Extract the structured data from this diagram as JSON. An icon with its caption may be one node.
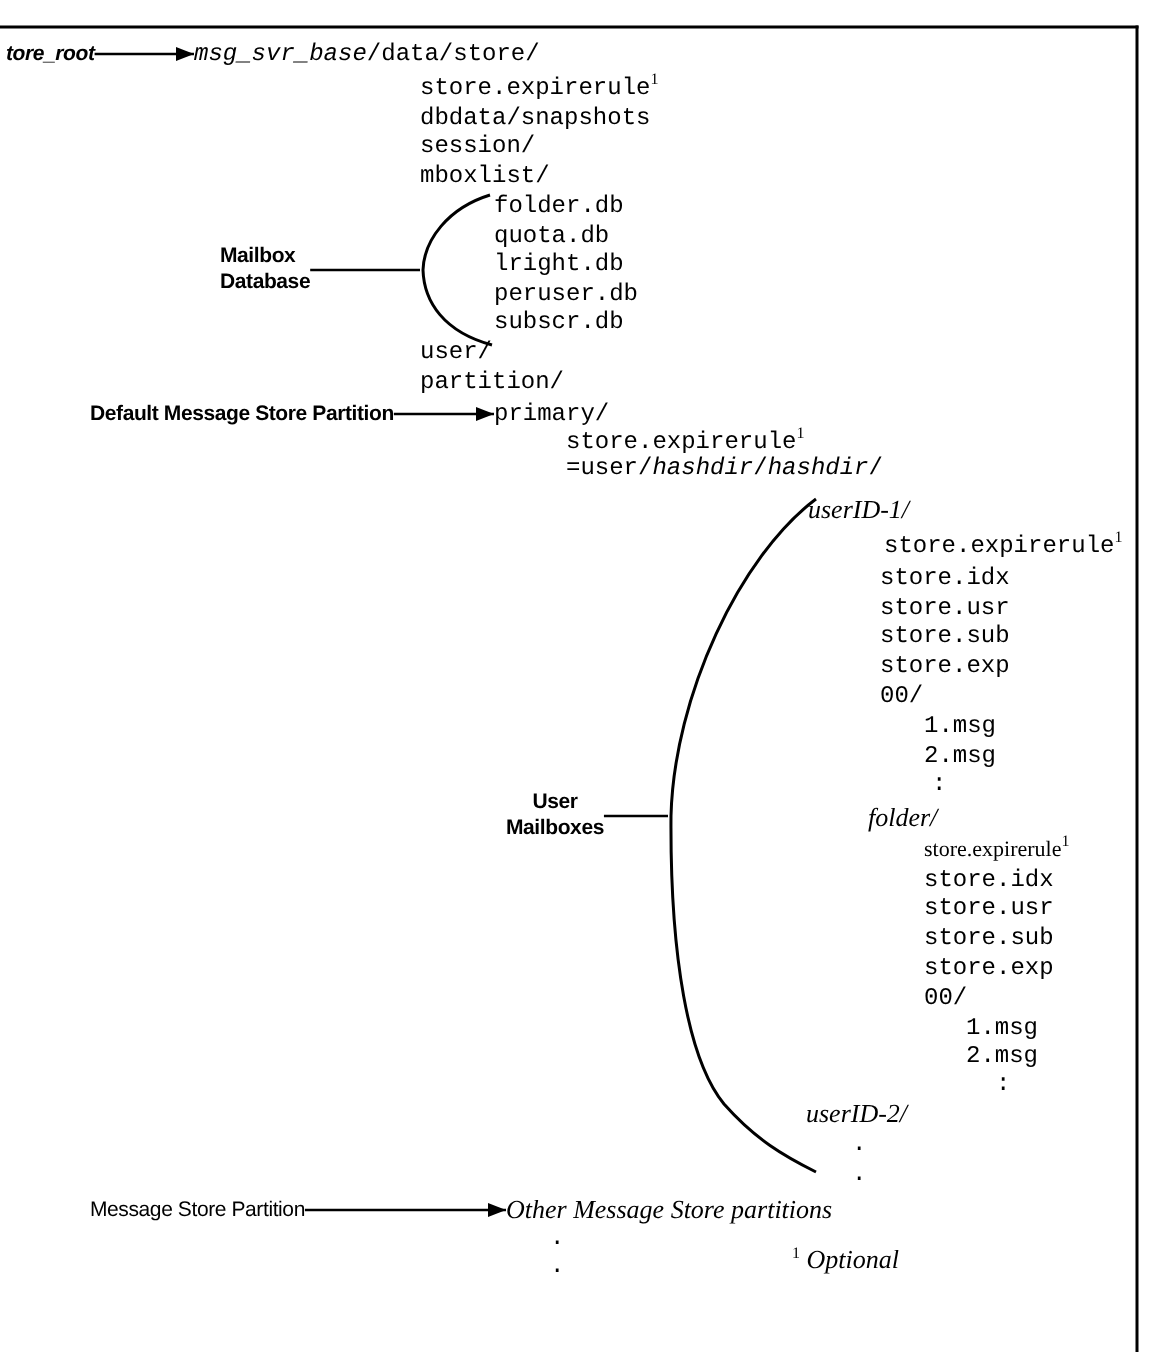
{
  "diagram": {
    "nodes": [
      {
        "text": [
          "tore_root"
        ]
      },
      {
        "text": [
          "*msg_svr_base*/data/store/"
        ]
      },
      {
        "text": [
          "Mailbox Database"
        ]
      },
      {
        "text": [],
        "shape": "bracket"
      },
      {
        "text": [
          "Default Message Store Partition"
        ]
      },
      {
        "text": [
          "primary/"
        ]
      },
      {
        "text": [
          "User Mailboxes"
        ]
      },
      {
        "text": [],
        "shape": "bracket"
      },
      {
        "text": [
          "Message Store Partition"
        ]
      },
      {
        "text": [
          "Other Message Store partitions"
        ]
      }
    ],
    "edges": [
      {
        "from": 0,
        "to": 1,
        "arrow": "to"
      },
      {
        "from": 2,
        "to": 3,
        "arrow": "none"
      },
      {
        "from": 4,
        "to": 5,
        "arrow": "to"
      },
      {
        "from": 6,
        "to": 7,
        "arrow": "none"
      },
      {
        "from": 8,
        "to": 9,
        "arrow": "to"
      }
    ],
    "labels": [
      "store.expirerule$^{1}$",
      "dbdata/snapshots",
      "session/",
      "mboxlist/",
      "folder.db",
      "quota.db",
      "lright.db",
      "peruser.db",
      "subscr.db",
      "user/",
      "partition/",
      "store.expirerule$^{1}$",
      "=user/*hashdir*/*hashdir*/",
      "userID-1/",
      "store.expirerule$^{1}$",
      "store.idx",
      "store.usr",
      "store.sub",
      "store.exp",
      "00/",
      "1.msg",
      "2.msg",
      ":",
      "folder/",
      "store.expirerule$^{1}$",
      "store.idx",
      "store.usr",
      "store.sub",
      "store.exp",
      "00/",
      "1.msg",
      "2.msg",
      ":",
      "userID-2/",
      ".",
      ".",
      ".",
      ".",
      "$^{1}$ *Optional*"
    ]
  }
}
